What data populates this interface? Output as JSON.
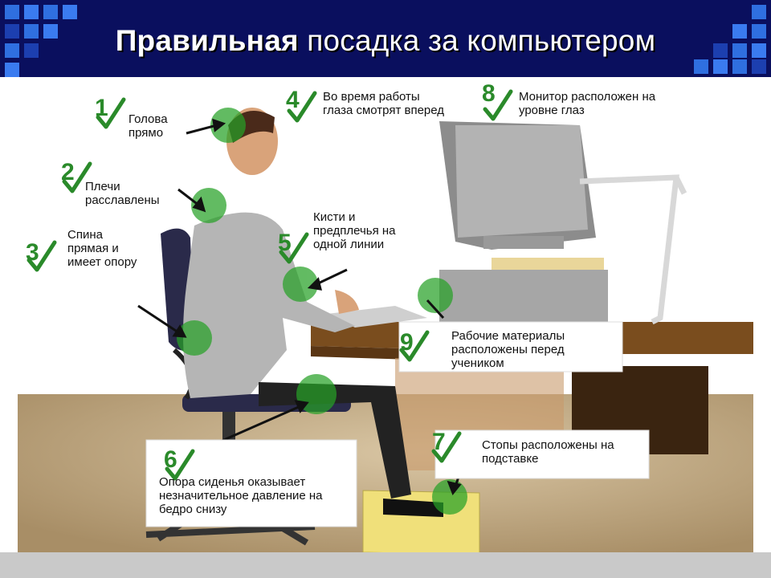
{
  "title": {
    "bold": "Правильная",
    "rest": " посадка за компьютером"
  },
  "colors": {
    "header": "#0a0f5e",
    "accent": "#2f6fe0",
    "check": "#2a8a2a",
    "zone": "#27a127"
  },
  "icons": {
    "check": "checkmark-icon"
  },
  "items": [
    {
      "num": "1",
      "text": "Голова прямо"
    },
    {
      "num": "2",
      "text": "Плечи расславлены"
    },
    {
      "num": "3",
      "text": "Спина прямая и имеет опору"
    },
    {
      "num": "4",
      "text": "Во время работы глаза смотрят вперед"
    },
    {
      "num": "5",
      "text": "Кисти и предплечья на одной линии"
    },
    {
      "num": "6",
      "text": "Опора сиденья оказывает незначительное давление на бедро снизу"
    },
    {
      "num": "7",
      "text": "Стопы расположены на подставке"
    },
    {
      "num": "8",
      "text": "Монитор расположен на уровне глаз"
    },
    {
      "num": "9",
      "text": "Рабочие материалы расположены перед учеником"
    }
  ]
}
